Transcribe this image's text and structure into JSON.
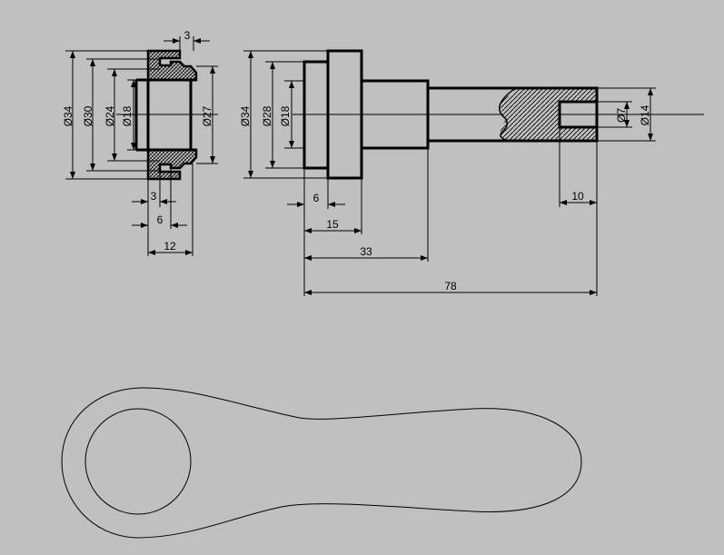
{
  "drawing": {
    "background": "#c0c0c0",
    "line_color": "#000000",
    "bushing": {
      "diameters": [
        "Ø34",
        "Ø30",
        "Ø24",
        "Ø18",
        "Ø27"
      ],
      "dims": [
        "3",
        "3",
        "6",
        "12"
      ]
    },
    "shaft": {
      "diameters": [
        "Ø34",
        "Ø28",
        "Ø18",
        "Ø7",
        "Ø14"
      ],
      "dims": [
        "6",
        "15",
        "33",
        "78",
        "10"
      ]
    }
  }
}
